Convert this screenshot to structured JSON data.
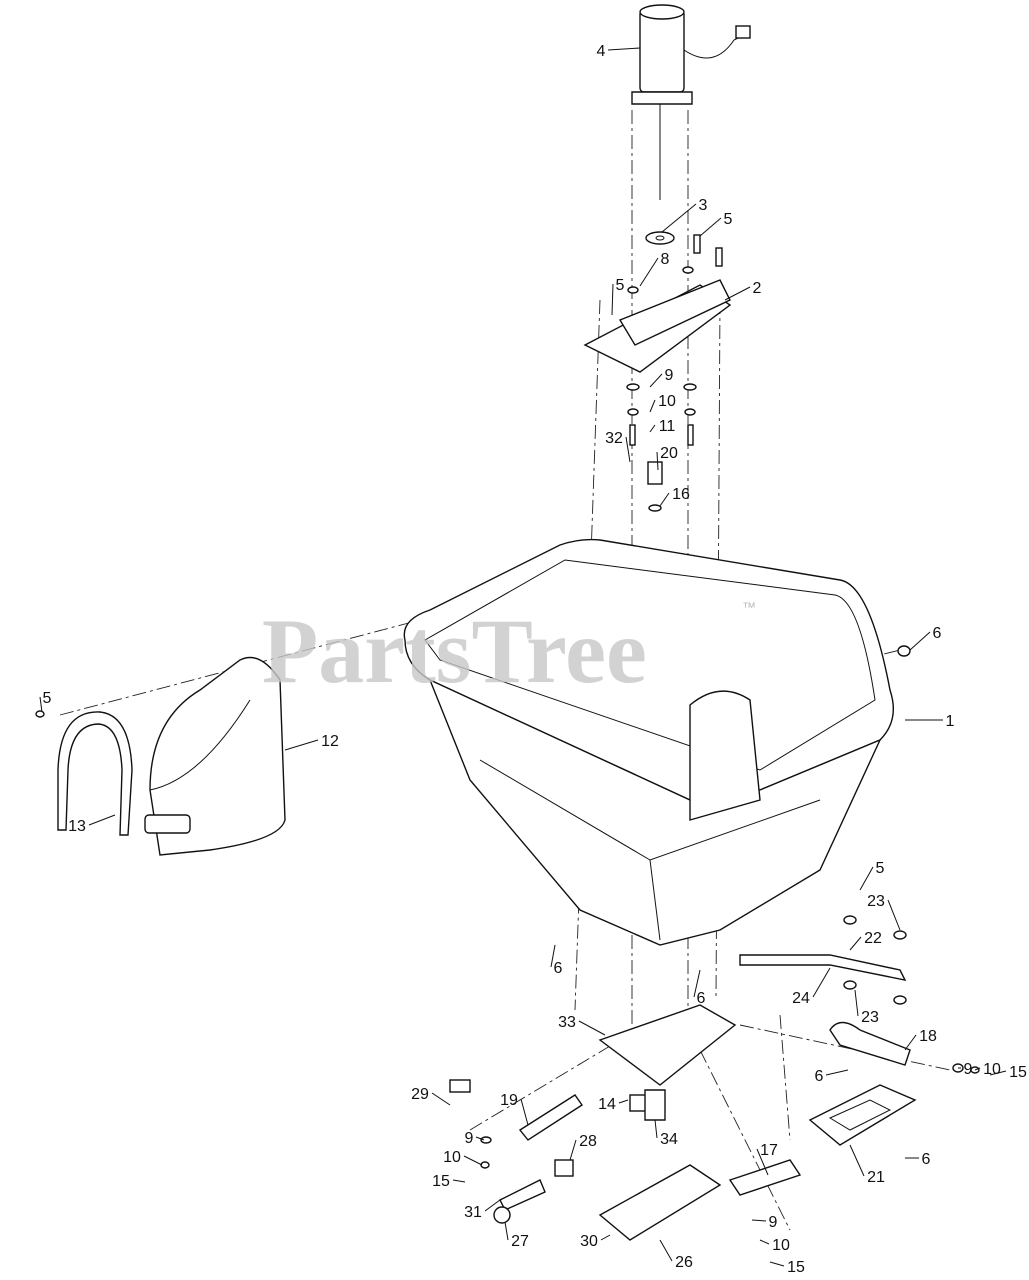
{
  "watermark": {
    "text": "PartsTree",
    "trademark": "™"
  },
  "callouts": [
    "4",
    "3",
    "5",
    "8",
    "2",
    "5",
    "9",
    "10",
    "11",
    "32",
    "20",
    "16",
    "6",
    "1",
    "5",
    "12",
    "13",
    "5",
    "23",
    "22",
    "6",
    "6",
    "24",
    "23",
    "33",
    "18",
    "9",
    "10",
    "15",
    "6",
    "29",
    "19",
    "14",
    "34",
    "28",
    "9",
    "10",
    "15",
    "17",
    "21",
    "6",
    "31",
    "27",
    "30",
    "9",
    "10",
    "26",
    "15"
  ]
}
